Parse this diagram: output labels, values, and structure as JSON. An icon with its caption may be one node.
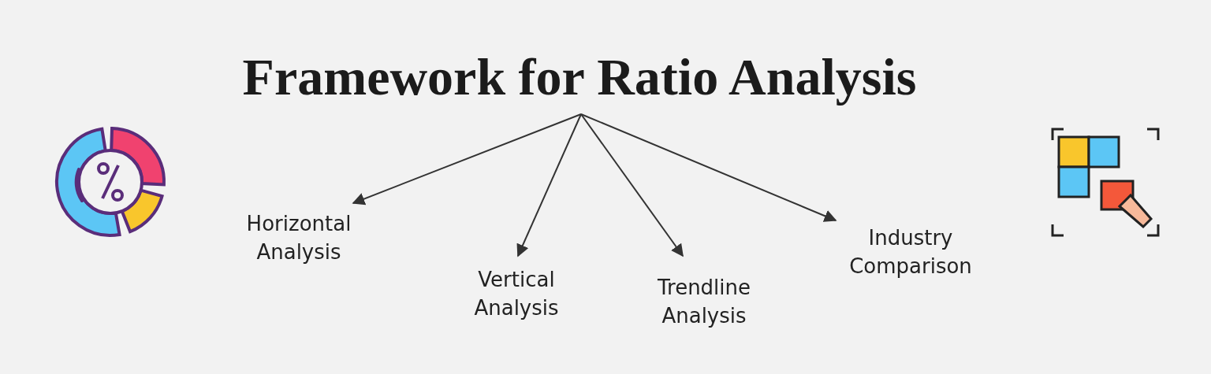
{
  "diagram": {
    "nodes": [
      {
        "text": [
          "Framework for Ratio Analysis"
        ]
      },
      {
        "text": [
          "Horizontal Analysis"
        ]
      },
      {
        "text": [
          "Vertical Analysis"
        ]
      },
      {
        "text": [
          "Trendline Analysis"
        ]
      },
      {
        "text": [
          "Industry Comparison"
        ]
      }
    ],
    "edges": [
      {
        "from": 0,
        "to": 1,
        "arrow": "to"
      },
      {
        "from": 0,
        "to": 2,
        "arrow": "to"
      },
      {
        "from": 0,
        "to": 3,
        "arrow": "to"
      },
      {
        "from": 0,
        "to": 4,
        "arrow": "to"
      }
    ]
  }
}
